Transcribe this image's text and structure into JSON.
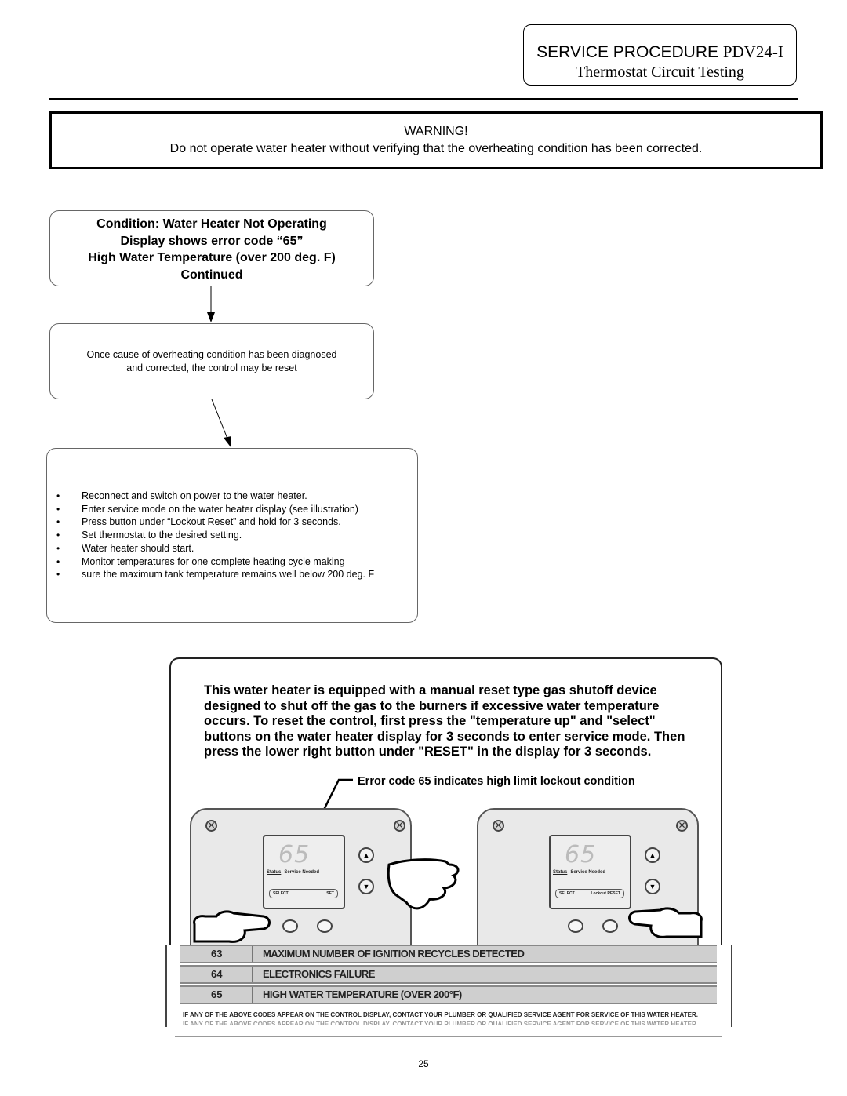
{
  "header": {
    "procedure_prefix": "SERVICE PROCEDURE ",
    "model": "PDV24-I",
    "subtitle": "Thermostat Circuit Testing"
  },
  "warning": {
    "title": "WARNING!",
    "message": "Do not operate water heater without verifying that the overheating condition has been corrected."
  },
  "condition_box": {
    "line1": "Condition: Water Heater Not Operating",
    "line2": "Display shows error code “65”",
    "line3": "High Water Temperature (over 200 deg. F)",
    "line4": "Continued"
  },
  "reset_box": {
    "line1": "Once cause of overheating condition has been diagnosed",
    "line2": "and corrected, the control may be reset"
  },
  "steps": [
    "Reconnect and switch on power to the water heater.",
    "Enter service mode on the water heater display (see illustration)",
    "Press button under “Lockout Reset” and hold for 3 seconds.",
    "Set thermostat to the desired setting.",
    "Water heater should start.",
    "Monitor temperatures for one complete heating cycle making",
    "sure the maximum tank temperature remains well below 200 deg. F"
  ],
  "illustration": {
    "instructions": "This water heater is equipped with a manual reset type gas shutoff device designed to shut off the gas to the burners if excessive water temperature occurs.  To reset the control, first press the \"temperature up\" and \"select\" buttons on the water heater display for 3 seconds to enter service mode.  Then press the lower right button under \"RESET\" in the display for 3 seconds.",
    "error_callout": "Error code 65 indicates high limit lockout condition",
    "panel_left": {
      "display_code": "65",
      "status_label": "Status",
      "status_value": "Service Needed",
      "left_button": "SELECT",
      "right_button": "SET"
    },
    "panel_right": {
      "display_code": "65",
      "status_label": "Status",
      "status_value": "Service Needed",
      "left_button": "SELECT",
      "right_button": "Lockout RESET"
    },
    "icons": [
      "screw-icon",
      "up-arrow-button-icon",
      "down-arrow-button-icon",
      "pointing-hand-icon"
    ]
  },
  "code_table": {
    "rows": [
      {
        "code": "63",
        "description": "Maximum number of ignition recycles detected"
      },
      {
        "code": "64",
        "description": "Electronics failure"
      },
      {
        "code": "65",
        "description": "High water temperature (over 200°F)"
      }
    ],
    "footer": "IF ANY OF THE ABOVE CODES APPEAR ON THE CONTROL DISPLAY, CONTACT YOUR PLUMBER OR QUALIFIED SERVICE AGENT FOR SERVICE OF THIS WATER HEATER."
  },
  "page_number": "25"
}
